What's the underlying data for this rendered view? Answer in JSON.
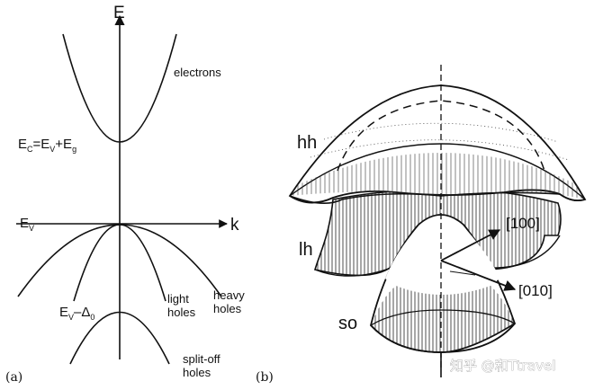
{
  "panel_a": {
    "tag": "(a)",
    "axis_energy": "E",
    "axis_k": "k",
    "conduction_band": "electrons",
    "ec_label": {
      "main": "E",
      "sub_c": "C",
      "eq": "=E",
      "sub_v": "V",
      "plus": "+E",
      "sub_g": "g"
    },
    "ev_label": {
      "main": "E",
      "sub": "V"
    },
    "evdelta_label": {
      "main": "E",
      "sub_v": "V",
      "minus": "–Δ",
      "sub_0": "0"
    },
    "light_holes": [
      "light",
      "holes"
    ],
    "heavy_holes": [
      "heavy",
      "holes"
    ],
    "split_off_holes": [
      "split-off",
      "holes"
    ]
  },
  "panel_b": {
    "tag": "(b)",
    "hh": "hh",
    "lh": "lh",
    "so": "so",
    "dir_100": "[100]",
    "dir_010": "[010]"
  },
  "watermark": "知乎 @和Ttravel"
}
